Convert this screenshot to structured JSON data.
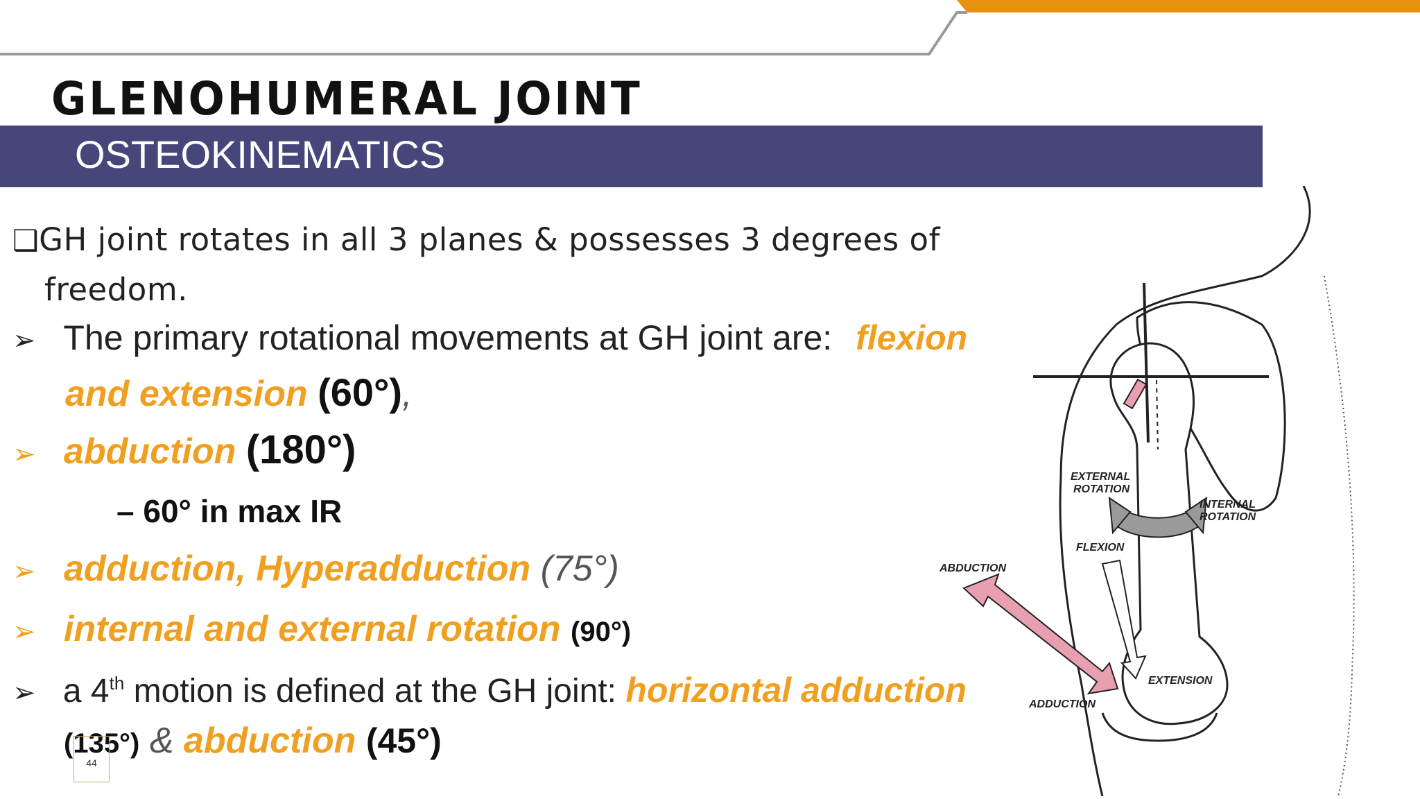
{
  "slide": {
    "title": "GLENOHUMERAL JOINT",
    "subtitle": "OSTEOKINEMATICS",
    "page_number": "44"
  },
  "content": {
    "intro": {
      "bullet": "❑",
      "line1": "GH joint rotates in all 3 planes & possesses 3 degrees of",
      "line2": "freedom."
    },
    "b1": {
      "bullet": "➢",
      "text": "The primary rotational movements at GH joint are:",
      "emph1": "flexion",
      "emph2": "and extension",
      "value": "(60°)",
      "tail": ","
    },
    "b2": {
      "bullet": "➢",
      "emph": "abduction",
      "value": "(180°)"
    },
    "b2_sub": {
      "dash": "–",
      "text": "60° in max IR"
    },
    "b3": {
      "bullet": "➢",
      "emph": "adduction, Hyperadduction",
      "value": "(75°)"
    },
    "b4": {
      "bullet": "➢",
      "emph": "internal and external rotation",
      "value": "(90°)"
    },
    "b5": {
      "bullet": "➢",
      "pre": "a 4",
      "sup": "th",
      "post": " motion is defined at the GH joint: ",
      "emph1": "horizontal adduction",
      "value1": "(135°)",
      "amp": " & ",
      "emph2": "abduction",
      "value2": "(45°)"
    }
  },
  "figure": {
    "labels": {
      "external_rotation_1": "EXTERNAL",
      "external_rotation_2": "ROTATION",
      "internal_rotation_1": "INTERNAL",
      "internal_rotation_2": "ROTATION",
      "flexion": "FLEXION",
      "abduction": "ABDUCTION",
      "extension": "EXTENSION",
      "adduction": "ADDUCTION"
    }
  },
  "colors": {
    "band": "#46467a",
    "accent_orange": "#f0a020",
    "arrow_pink": "#e8a0b0",
    "arrow_gray": "#9a9a9a"
  }
}
